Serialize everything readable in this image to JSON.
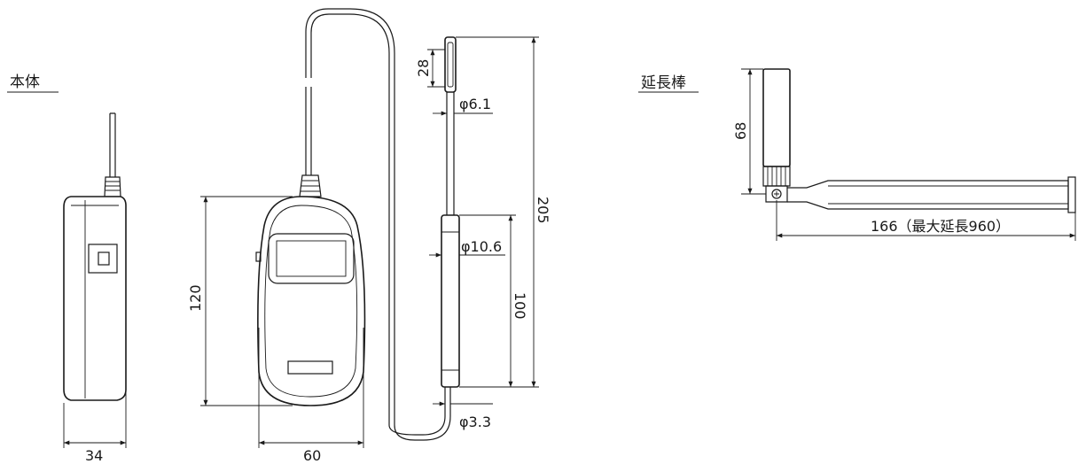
{
  "titles": {
    "main_body": "本体",
    "extension_rod": "延長棒"
  },
  "dimensions": {
    "side_width": "34",
    "front_width": "60",
    "body_height": "120",
    "probe_tip_length": "28",
    "probe_tip_diameter": "φ6.1",
    "handle_diameter": "φ10.6",
    "handle_length": "100",
    "probe_total_length": "205",
    "cable_diameter": "φ3.3",
    "rod_tip_length": "68",
    "rod_length": "166（最大延長960）"
  }
}
